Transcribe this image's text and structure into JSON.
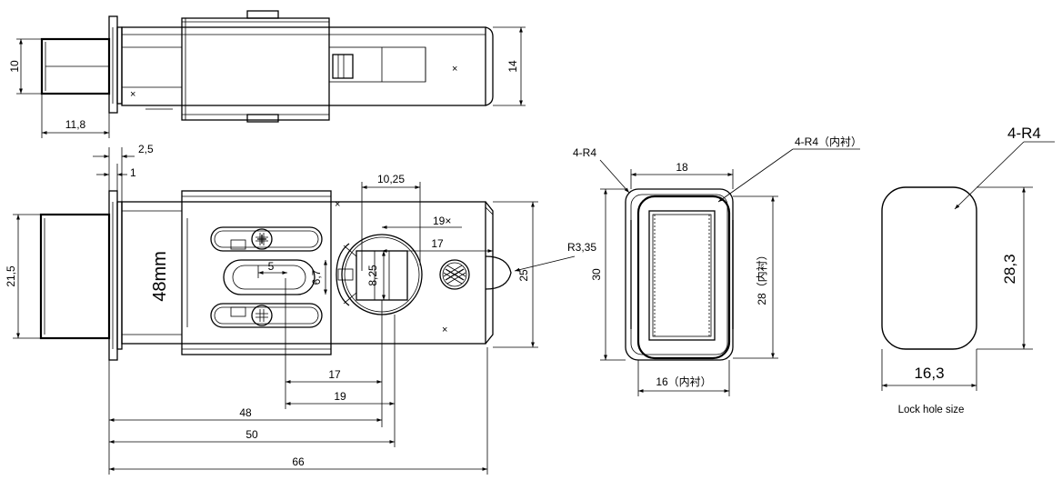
{
  "dims": {
    "top_10": "10",
    "top_14": "14",
    "top_11_8": "11,8",
    "d_2_5": "2,5",
    "d_1": "1",
    "d_21_5": "21,5",
    "d_48mm": "48mm",
    "d_10_25": "10,25",
    "d_19x": "19×",
    "d_17_top": "17",
    "d_5": "5",
    "d_6_7": "6,7",
    "d_8_25": "8,25",
    "d_25": "25",
    "d_r335": "R3,35",
    "d_17_bot": "17",
    "d_19_bot": "19",
    "d_48": "48",
    "d_50": "50",
    "d_66": "66",
    "m_4r4_a": "4-R4",
    "m_4r4_b": "4-R4（内衬）",
    "m_18": "18",
    "m_30": "30",
    "m_28": "28（内衬）",
    "m_16": "16（内衬）",
    "h_4r4": "4-R4",
    "h_28_3": "28,3",
    "h_16_3": "16,3"
  },
  "caption": "Lock hole size"
}
